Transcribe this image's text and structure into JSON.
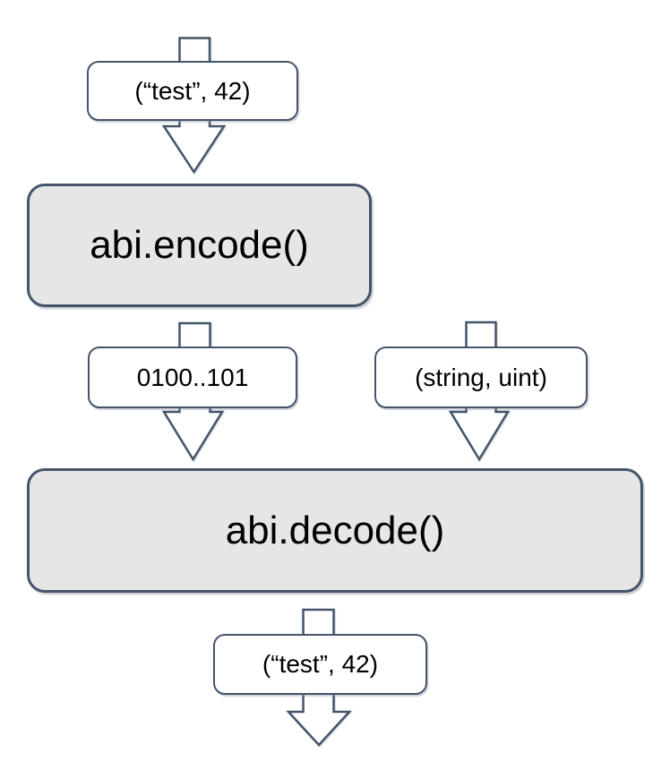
{
  "colors": {
    "outline": "#44546a",
    "process_fill": "#e7e6e6",
    "data_fill": "#ffffff",
    "text": "#000000",
    "canvas": "#ffffff"
  },
  "nodes": {
    "input": {
      "label": "(“test”, 42)"
    },
    "encode": {
      "label": "abi.encode()"
    },
    "bytes": {
      "label": "0100..101"
    },
    "types": {
      "label": "(string, uint)"
    },
    "decode": {
      "label": "abi.decode()"
    },
    "output": {
      "label": "(“test”, 42)"
    }
  }
}
